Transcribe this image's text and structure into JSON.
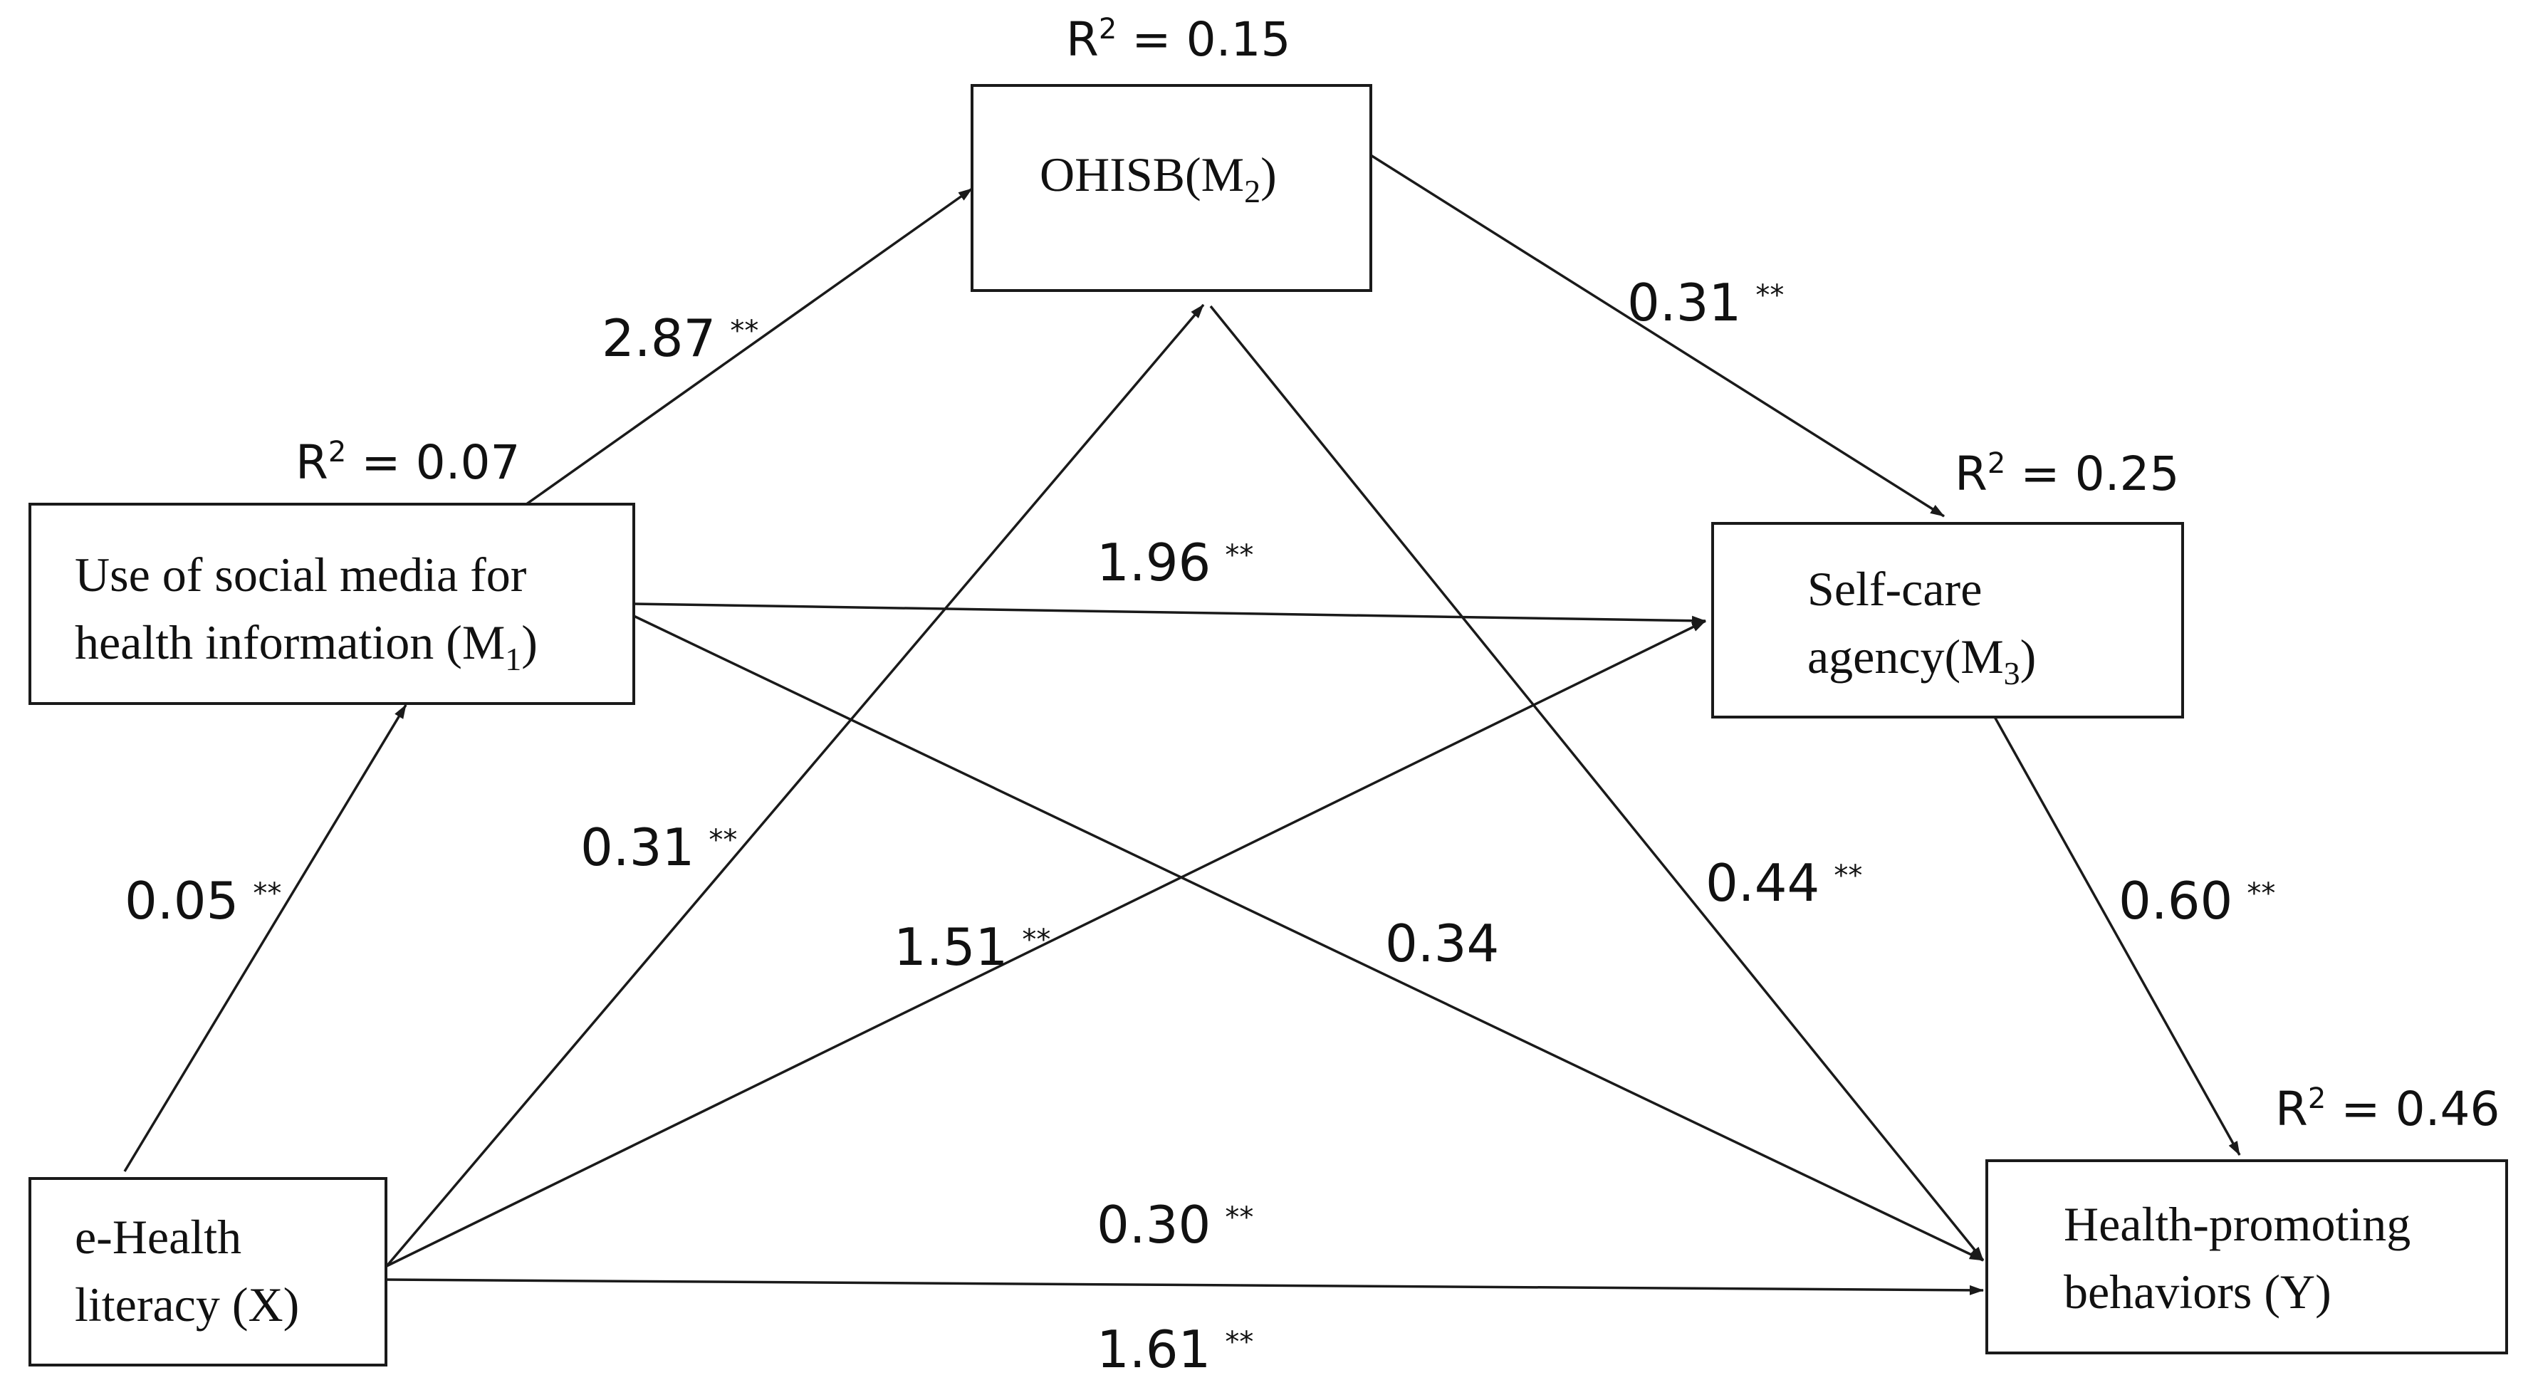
{
  "nodes": {
    "m1": {
      "line1": "Use of social media for",
      "line2": "health information (M",
      "sub": "1",
      "tail": ")"
    },
    "m2": {
      "text": "OHISB(M",
      "sub": "2",
      "tail": ")"
    },
    "m3": {
      "line1": "Self-care",
      "line2": "agency(M",
      "sub": "3",
      "tail": ")"
    },
    "x": {
      "line1": "e-Health",
      "line2": "literacy (X)"
    },
    "y": {
      "line1": "Health-promoting",
      "line2": "behaviors (Y)"
    }
  },
  "r_squared": {
    "m1": {
      "label": "R",
      "sup": "2",
      "value": " = 0.07"
    },
    "m2": {
      "label": "R",
      "sup": "2",
      "value": " = 0.15"
    },
    "m3": {
      "label": "R",
      "sup": "2",
      "value": " = 0.25"
    },
    "y": {
      "label": "R",
      "sup": "2",
      "value": " = 0.46"
    }
  },
  "paths": {
    "x_m1": {
      "value": "0.05",
      "sig": "**"
    },
    "m1_m2": {
      "value": "2.87",
      "sig": "**"
    },
    "m2_m3": {
      "value": "0.31",
      "sig": "**"
    },
    "m1_m3": {
      "value": "1.96",
      "sig": "**"
    },
    "x_m2": {
      "value": "0.31",
      "sig": "**"
    },
    "x_m3": {
      "value": "1.51",
      "sig": "**"
    },
    "m1_y": {
      "value": "0.34",
      "sig": ""
    },
    "m2_y": {
      "value": "0.44",
      "sig": "**"
    },
    "m3_y": {
      "value": "0.60",
      "sig": "**"
    },
    "x_y_direct": {
      "value": "0.30",
      "sig": "**"
    },
    "x_y_total": {
      "value": "1.61",
      "sig": "**"
    }
  }
}
